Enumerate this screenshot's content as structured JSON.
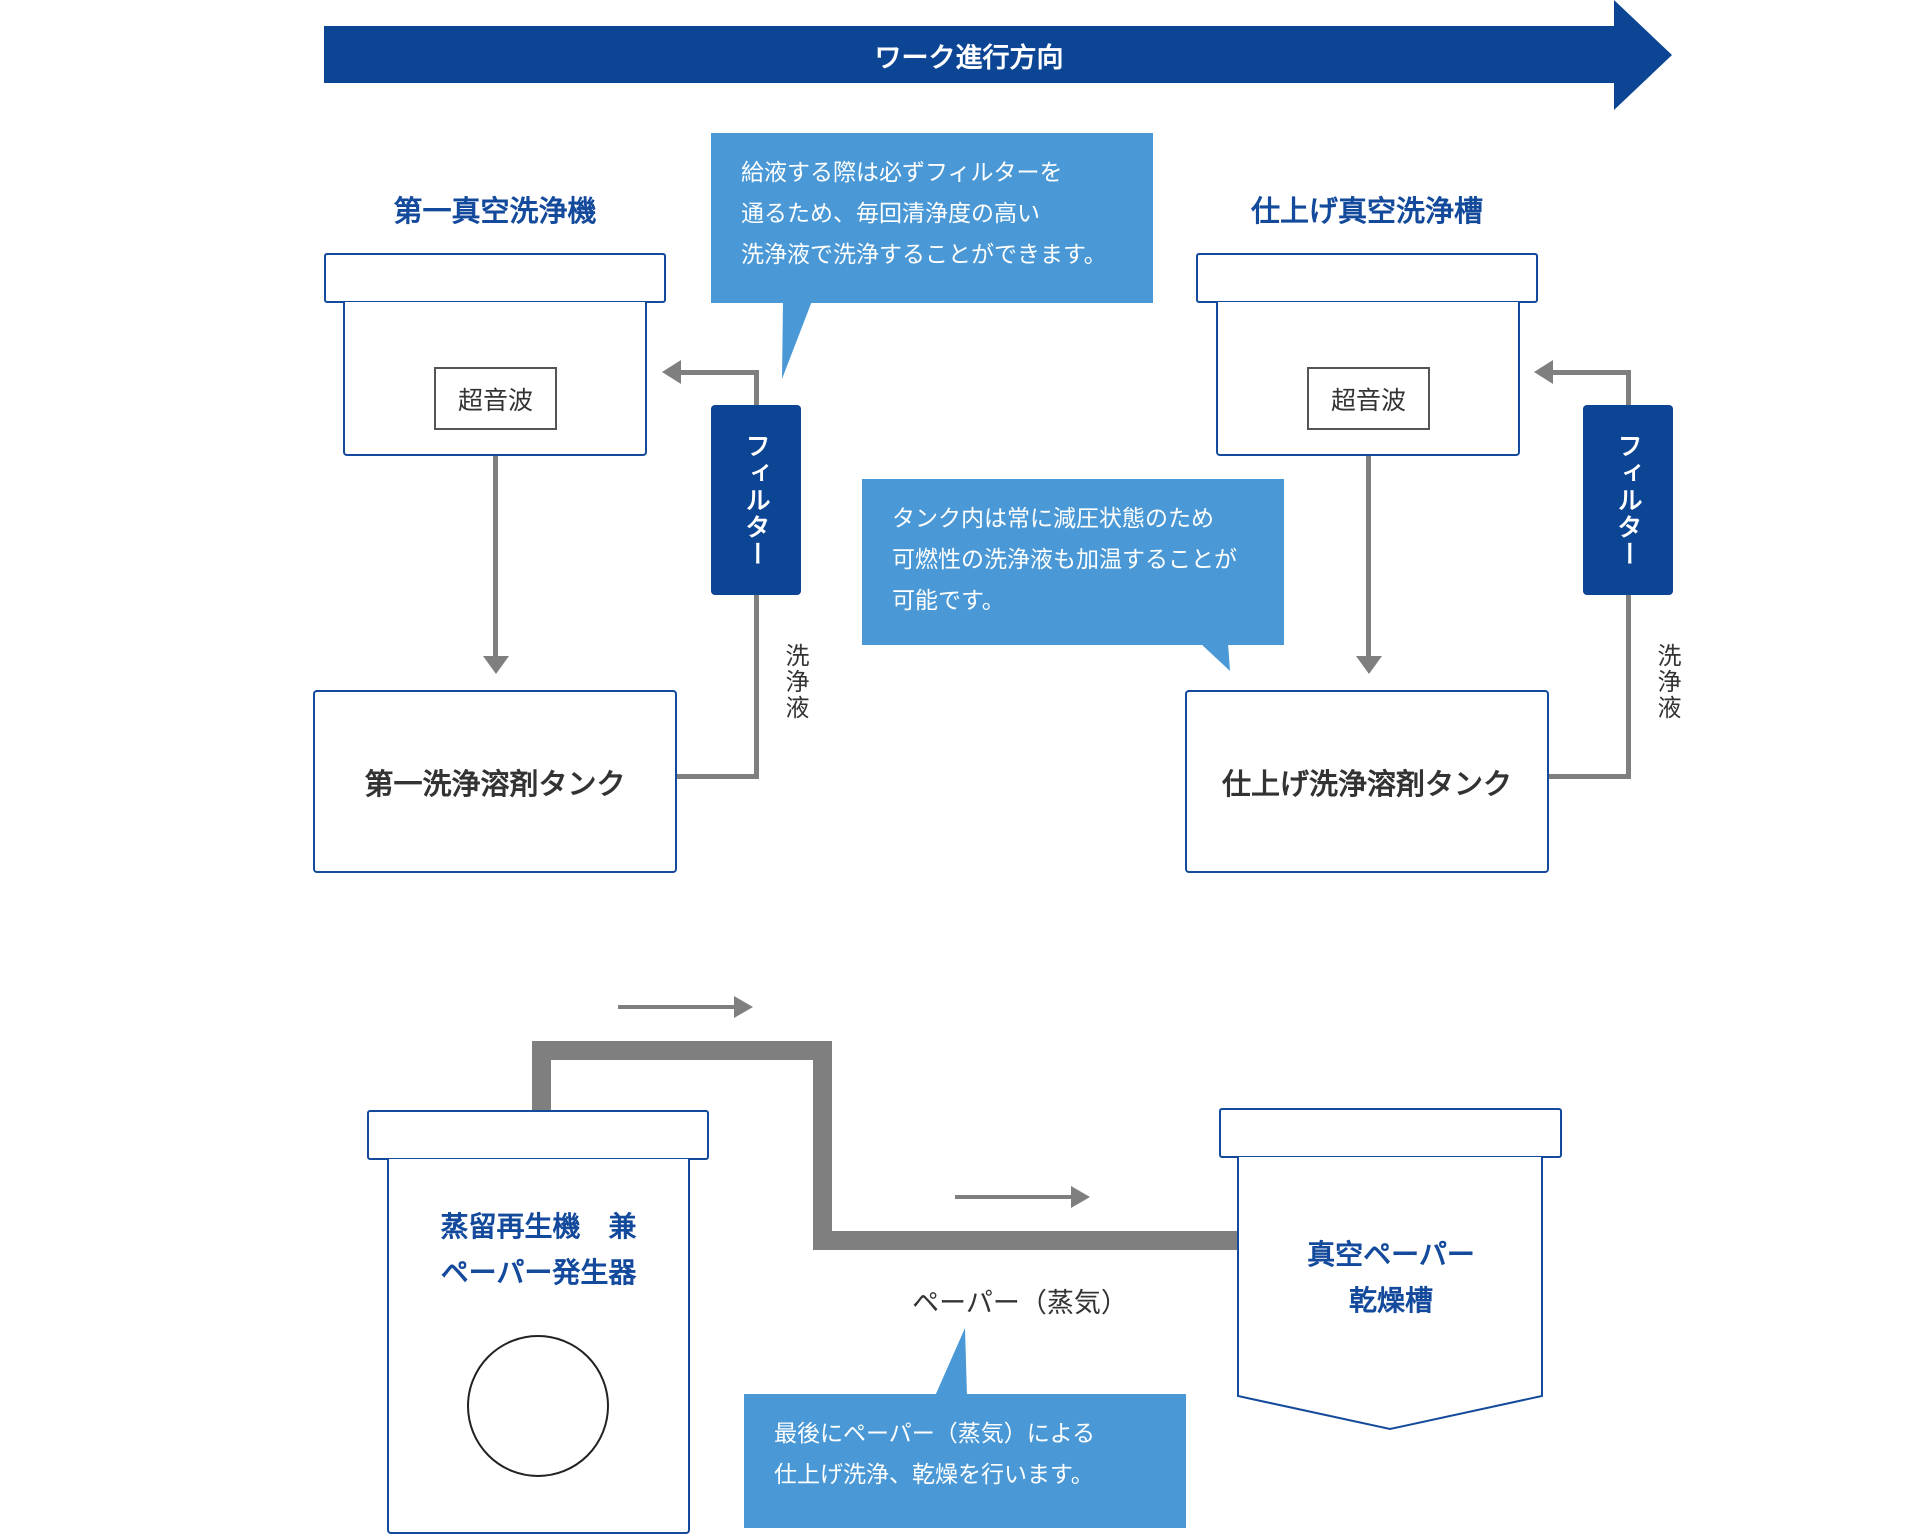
{
  "direction": {
    "label": "ワーク進行方向"
  },
  "colors": {
    "navy": "#0c4593",
    "bubble": "#4a99d6",
    "pipe": "#7f7f7f",
    "outline": "#144a9c"
  },
  "stage1": {
    "title": "第一真空洗浄機",
    "ultrasonic": "超音波",
    "filter": "フィルター",
    "liquid": "洗浄液",
    "tank": "第一洗浄溶剤タンク"
  },
  "stage2": {
    "title": "仕上げ真空洗浄槽",
    "ultrasonic": "超音波",
    "filter": "フィルター",
    "liquid": "洗浄液",
    "tank": "仕上げ洗浄溶剤タンク"
  },
  "callouts": {
    "filter_note": [
      "給液する際は必ずフィルターを",
      "通るため、毎回清浄度の高い",
      "洗浄液で洗浄することができます。"
    ],
    "tank_note": [
      "タンク内は常に減圧状態のため",
      "可燃性の洗浄液も加温することが",
      "可能です。"
    ],
    "final_note": [
      "最後にペーパー（蒸気）による",
      "仕上げ洗浄、乾燥を行います。"
    ]
  },
  "vapor": {
    "generator": [
      "蒸留再生機　兼",
      "ペーパー発生器"
    ],
    "pipe_label": "ペーパー（蒸気）",
    "dryer": [
      "真空ペーパー",
      "乾燥槽"
    ]
  }
}
